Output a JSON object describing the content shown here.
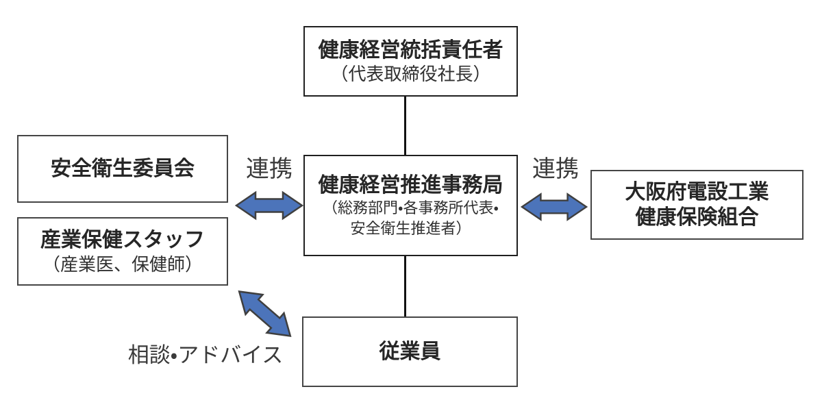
{
  "colors": {
    "arrow_fill": "#4c74ba",
    "arrow_stroke": "#3f3f3f",
    "box_border": "#454545",
    "connector": "#111111",
    "text_primary": "#262626",
    "text_secondary": "#3a3a3a",
    "background": "#ffffff"
  },
  "nodes": {
    "chief": {
      "title": "健康経営統括責任者",
      "subtitle": "（代表取締役社長）"
    },
    "office": {
      "title": "健康経営推進事務局",
      "subtitle_line1": "（総務部門・各事務所代表・",
      "subtitle_line2": "安全衛生推進者）"
    },
    "safety_committee": {
      "title": "安全衛生委員会"
    },
    "health_staff": {
      "title": "産業保健スタッフ",
      "subtitle": "（産業医、保健師）"
    },
    "insurance_union": {
      "title_line1": "大阪府電設工業",
      "title_line2": "健康保険組合"
    },
    "employees": {
      "title": "従業員"
    }
  },
  "labels": {
    "link_left": "連携",
    "link_right": "連携",
    "consult_advice": "相談・アドバイス"
  }
}
